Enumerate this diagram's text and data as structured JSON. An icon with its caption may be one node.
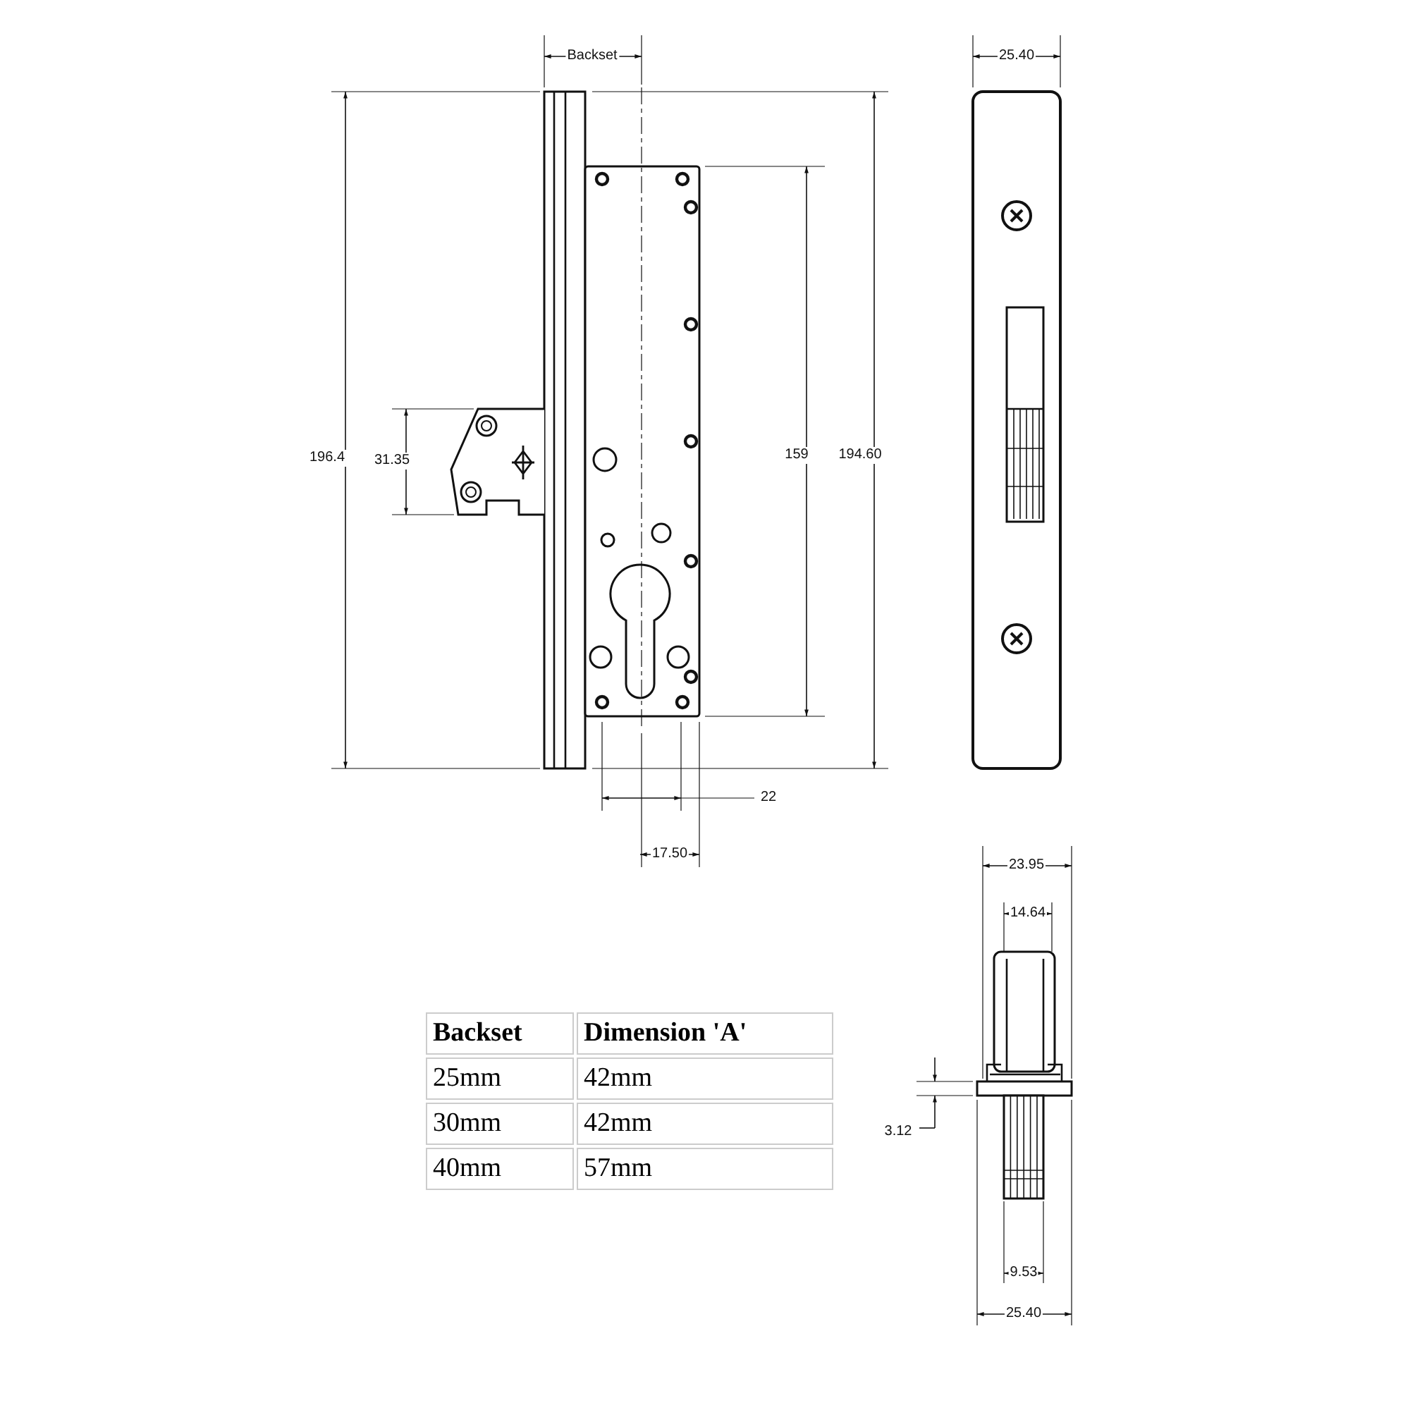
{
  "diagram": {
    "labels": [
      "Backset",
      "25.40",
      "196.4",
      "31.35",
      "159",
      "194.60",
      "22",
      "17.50",
      "23.95",
      "14.64",
      "3.12",
      "9.53",
      "25.40",
      "Backset",
      "Dimension 'A'",
      "25mm",
      "42mm",
      "30mm",
      "42mm",
      "40mm",
      "57mm"
    ]
  }
}
